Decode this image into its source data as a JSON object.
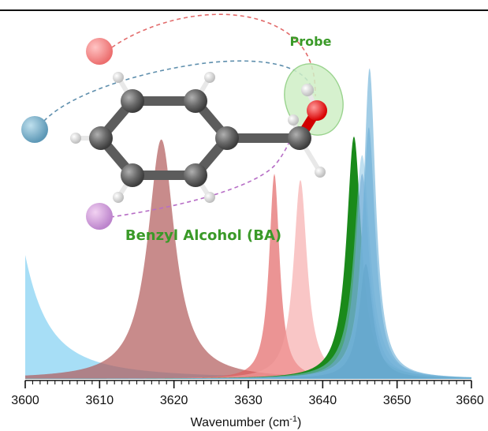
{
  "chart_data": {
    "type": "area",
    "xlabel": "Wavenumber (cm",
    "xlabel_sup": "-1",
    "xlabel_tail": ")",
    "xlim": [
      3600,
      3660
    ],
    "x_ticks": [
      3600,
      3610,
      3620,
      3630,
      3640,
      3650,
      3660
    ],
    "ylim": [
      0,
      1
    ],
    "grid": false,
    "series": [
      {
        "center": 3596,
        "width": 3.4,
        "height": 0.95,
        "color": "#5fc3ef",
        "opacity": 0.55
      },
      {
        "center": 3618.3,
        "width": 2.2,
        "height": 0.77,
        "color": "#b05a5a",
        "opacity": 0.7
      },
      {
        "center": 3633.5,
        "width": 0.85,
        "height": 0.66,
        "color": "#e05a5a",
        "opacity": 0.65
      },
      {
        "center": 3637,
        "width": 1.1,
        "height": 0.64,
        "color": "#f5a0a0",
        "opacity": 0.6
      },
      {
        "center": 3644.2,
        "width": 1.2,
        "height": 0.78,
        "color": "#1a8a1a",
        "opacity": 1.0
      },
      {
        "center": 3645.3,
        "width": 1.15,
        "height": 0.66,
        "color": "#5b8fc4",
        "opacity": 0.6
      },
      {
        "center": 3645.3,
        "width": 1.3,
        "height": 0.72,
        "color": "#7fc0e2",
        "opacity": 0.5
      },
      {
        "center": 3645.8,
        "width": 1.1,
        "height": 0.37,
        "color": "#0e5a78",
        "opacity": 0.7
      },
      {
        "center": 3646.2,
        "width": 1.05,
        "height": 0.81,
        "color": "#4a94c8",
        "opacity": 0.6
      },
      {
        "center": 3646.3,
        "width": 1.0,
        "height": 1.0,
        "color": "#7ab8dc",
        "opacity": 0.7
      }
    ],
    "annotations": {
      "probe": "Probe",
      "molecule": "Benzyl Alcohol (BA)"
    }
  }
}
